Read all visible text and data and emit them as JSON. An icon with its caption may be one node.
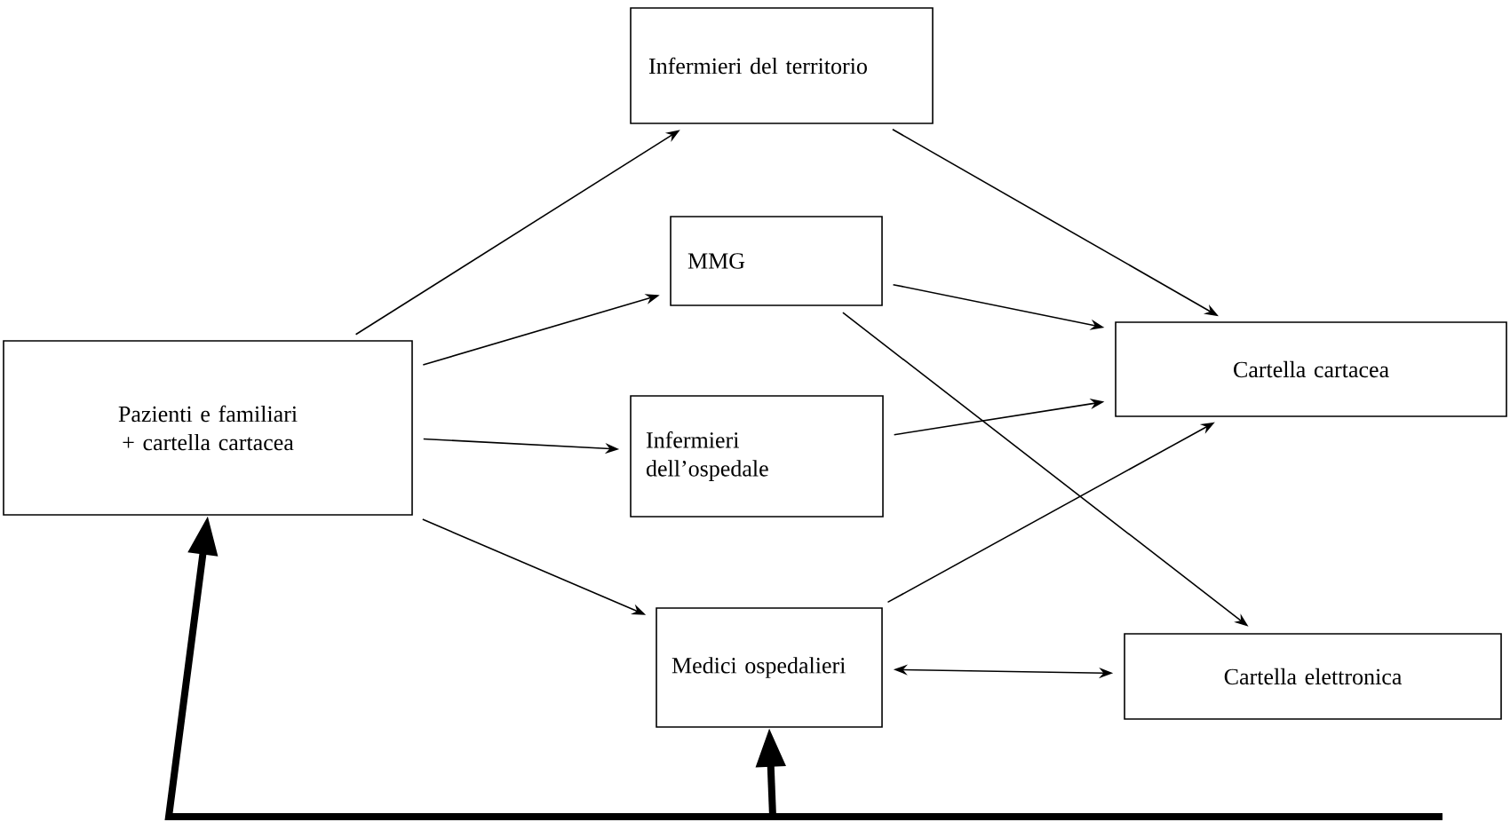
{
  "diagram": {
    "nodes": [
      {
        "text": [
          "Pazienti e familiari + cartella cartacea"
        ]
      },
      {
        "text": [
          "Infermieri del territorio"
        ]
      },
      {
        "text": [
          "MMG"
        ]
      },
      {
        "text": [
          "Cartella cartacea"
        ]
      },
      {
        "text": [
          "Infermieri dell’ospedale"
        ]
      },
      {
        "text": [
          "Medici ospedalieri"
        ]
      },
      {
        "text": [
          "Cartella elettronica"
        ]
      }
    ],
    "edges": [
      {
        "from": 0,
        "to": 1,
        "arrow": "to"
      },
      {
        "from": 0,
        "to": 2,
        "arrow": "to"
      },
      {
        "from": 0,
        "to": 4,
        "arrow": "to"
      },
      {
        "from": 0,
        "to": 5,
        "arrow": "to"
      },
      {
        "from": 1,
        "to": 3,
        "arrow": "to"
      },
      {
        "from": 2,
        "to": 3,
        "arrow": "to"
      },
      {
        "from": 2,
        "to": 6,
        "arrow": "to"
      },
      {
        "from": 4,
        "to": 3,
        "arrow": "to"
      },
      {
        "from": 5,
        "to": 3,
        "arrow": "to"
      },
      {
        "from": 5,
        "to": 6,
        "arrow": "both"
      },
      {
        "from": null,
        "to": 0,
        "arrow": "to",
        "style": "thick"
      },
      {
        "from": null,
        "to": 5,
        "arrow": "to",
        "style": "thick"
      }
    ]
  }
}
